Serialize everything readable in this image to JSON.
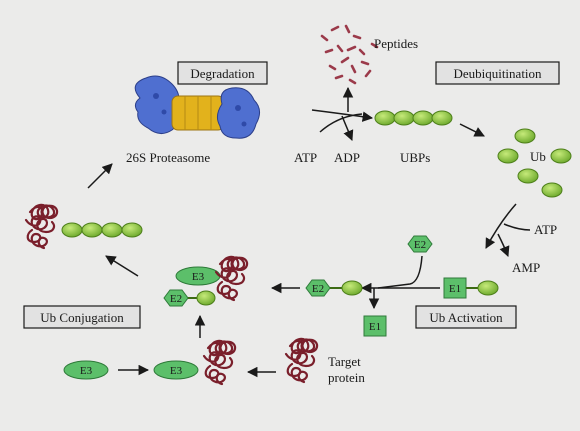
{
  "stage_boxes": {
    "degradation": "Degradation",
    "deubiquitination": "Deubiquitination",
    "ub_conjugation": "Ub Conjugation",
    "ub_activation": "Ub Activation"
  },
  "labels": {
    "peptides": "Peptides",
    "proteasome": "26S Proteasome",
    "atp_top": "ATP",
    "adp": "ADP",
    "ubps": "UBPs",
    "ub": "Ub",
    "atp_right": "ATP",
    "amp": "AMP",
    "target_line1": "Target",
    "target_line2": "protein"
  },
  "nodes": {
    "e1": "E1",
    "e2": "E2",
    "e3": "E3"
  },
  "colors": {
    "ubiquitin_green": "#8cc63e",
    "enzyme_green": "#5cbf6a",
    "protein_maroon": "#7a1f2b",
    "proteasome_blue": "#4f6fd0",
    "proteasome_gold": "#e2b21c",
    "peptide_maroon": "#9b3a4a"
  }
}
